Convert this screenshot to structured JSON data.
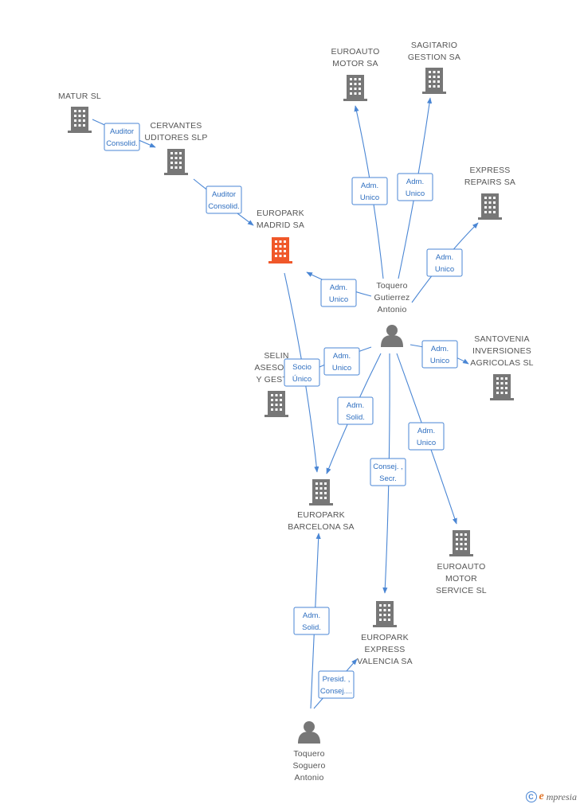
{
  "colors": {
    "edge": "#4a86d4",
    "building": "#777777",
    "building_focus": "#f0582a",
    "person": "#777777",
    "label": "#555555"
  },
  "nodes": [
    {
      "id": "euroauto_motor",
      "kind": "company",
      "lines": [
        "EUROAUTO",
        "MOTOR SA"
      ]
    },
    {
      "id": "sagitario",
      "kind": "company",
      "lines": [
        "SAGITARIO",
        "GESTION SA"
      ]
    },
    {
      "id": "matur",
      "kind": "company",
      "lines": [
        "MATUR SL"
      ]
    },
    {
      "id": "cervantes",
      "kind": "company",
      "lines": [
        "CERVANTES",
        "UDITORES SLP"
      ]
    },
    {
      "id": "express_repairs",
      "kind": "company",
      "lines": [
        "EXPRESS",
        "REPAIRS SA"
      ]
    },
    {
      "id": "europark_madrid",
      "kind": "company-focus",
      "lines": [
        "EUROPARK",
        "MADRID SA"
      ]
    },
    {
      "id": "toquero_gutierrez",
      "kind": "person",
      "lines": [
        "Toquero",
        "Gutierrez",
        "Antonio"
      ]
    },
    {
      "id": "santovenia",
      "kind": "company",
      "lines": [
        "SANTOVENIA",
        "INVERSIONES",
        "AGRICOLAS SL"
      ]
    },
    {
      "id": "selin",
      "kind": "company",
      "lines": [
        "SELIN",
        "ASESORAI",
        "Y GESTIO"
      ]
    },
    {
      "id": "europark_barcelona",
      "kind": "company",
      "lines": [
        "EUROPARK",
        "BARCELONA SA"
      ]
    },
    {
      "id": "euroauto_service",
      "kind": "company",
      "lines": [
        "EUROAUTO",
        "MOTOR",
        "SERVICE SL"
      ]
    },
    {
      "id": "europark_valencia",
      "kind": "company",
      "lines": [
        "EUROPARK",
        "EXPRESS",
        "VALENCIA SA"
      ]
    },
    {
      "id": "toquero_soguero",
      "kind": "person",
      "lines": [
        "Toquero",
        "Soguero",
        "Antonio"
      ]
    }
  ],
  "edges": [
    {
      "id": "e1",
      "label": [
        "Adm.",
        "Unico"
      ]
    },
    {
      "id": "e2",
      "label": [
        "Adm.",
        "Unico"
      ]
    },
    {
      "id": "e3",
      "label": [
        "Adm.",
        "Unico"
      ]
    },
    {
      "id": "e4",
      "label": [
        "Adm.",
        "Unico"
      ]
    },
    {
      "id": "e5",
      "label": [
        "Adm.",
        "Unico"
      ]
    },
    {
      "id": "e6",
      "label": [
        "Adm.",
        "Unico"
      ]
    },
    {
      "id": "e7",
      "label": [
        "Adm.",
        "Solid."
      ]
    },
    {
      "id": "e8",
      "label": [
        "Consej. ,",
        "Secr."
      ]
    },
    {
      "id": "e9",
      "label": [
        "Adm.",
        "Unico"
      ]
    },
    {
      "id": "e10",
      "label": [
        "Auditor",
        "Consolid."
      ]
    },
    {
      "id": "e11",
      "label": [
        "Auditor",
        "Consolid."
      ]
    },
    {
      "id": "e12",
      "label": [
        "Socio",
        "Único"
      ]
    },
    {
      "id": "e13",
      "label": [
        "Adm.",
        "Solid."
      ]
    },
    {
      "id": "e14",
      "label": [
        "Presid. ,",
        "Consej...."
      ]
    }
  ],
  "footer": {
    "copyright": "C",
    "brand_initial": "e",
    "brand_rest": "mpresia"
  }
}
